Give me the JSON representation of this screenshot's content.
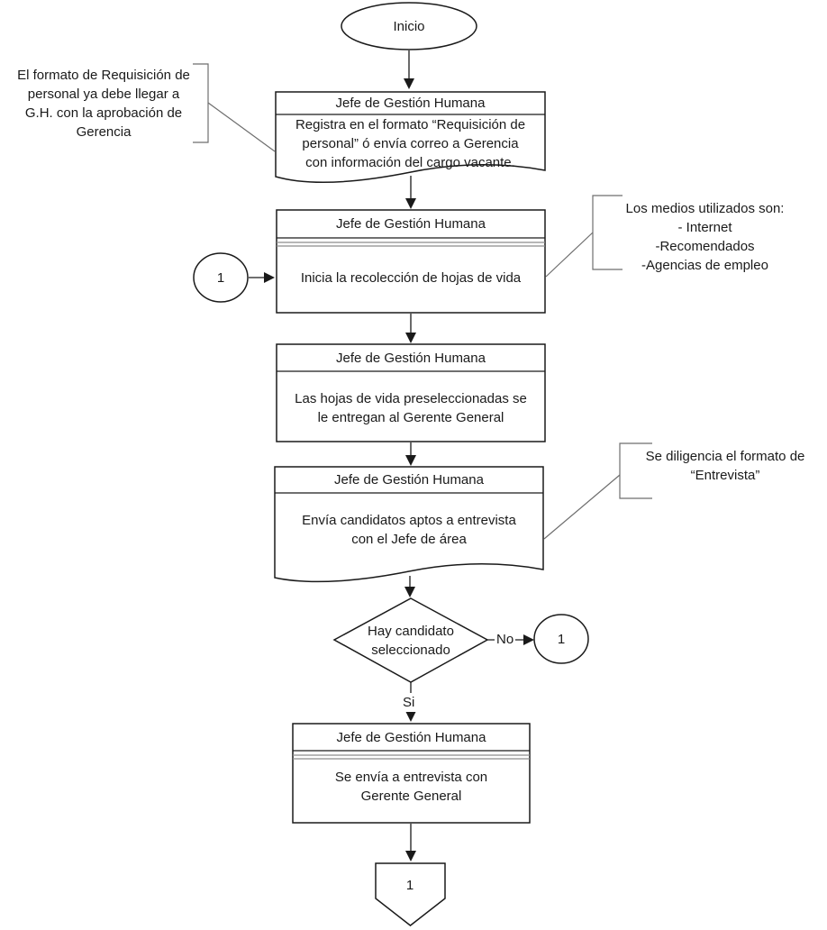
{
  "colors": {
    "stroke": "#1a1a1a",
    "text": "#1a1a1a",
    "background": "#ffffff",
    "separator": "#8c8c8c",
    "note": "#6e6e6e"
  },
  "diagram": {
    "start_label": "Inicio",
    "doc1": {
      "header": "Jefe de Gestión Humana",
      "lines": [
        "Registra en el formato “Requisición de",
        "personal” ó envía correo a Gerencia",
        "con información del cargo vacante."
      ]
    },
    "box2": {
      "header": "Jefe de Gestión Humana",
      "lines": [
        "Inicia la recolección de hojas de vida"
      ]
    },
    "box3": {
      "header": "Jefe de Gestión Humana",
      "lines": [
        "Las hojas de vida preseleccionadas se",
        "le entregan al Gerente General"
      ]
    },
    "doc4": {
      "header": "Jefe de Gestión Humana",
      "lines": [
        "Envía candidatos aptos a entrevista",
        "con el Jefe de área"
      ]
    },
    "box5": {
      "header": "Jefe de Gestión Humana",
      "lines": [
        "Se envía a entrevista con",
        "Gerente General"
      ]
    },
    "decision": {
      "lines": [
        "Hay candidato",
        "seleccionado"
      ],
      "no_label": "No",
      "si_label": "Si"
    },
    "connector_left": "1",
    "connector_no": "1",
    "offpage_connector": "1",
    "note_left": {
      "lines": [
        "El formato de Requisición de",
        "personal ya debe llegar a",
        "G.H. con la aprobación de",
        "Gerencia"
      ]
    },
    "note_media": {
      "lines": [
        "Los medios utilizados son:",
        "- Internet",
        "-Recomendados",
        "-Agencias de empleo"
      ]
    },
    "note_interview": {
      "lines": [
        "Se diligencia el formato de",
        "“Entrevista”"
      ]
    }
  }
}
